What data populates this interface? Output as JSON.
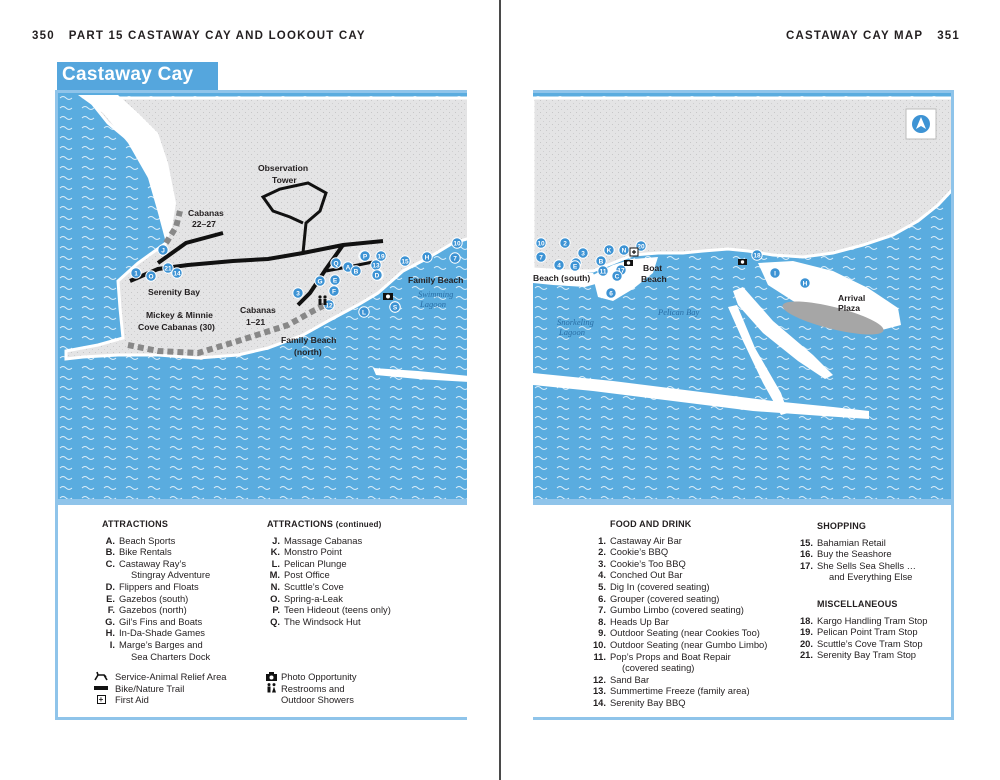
{
  "header": {
    "left_page": "350",
    "left_title": "PART 15  CASTAWAY CAY AND LOOKOUT CAY",
    "right_title": "CASTAWAY CAY MAP",
    "right_page": "351"
  },
  "map": {
    "title": "Castaway Cay",
    "labels": {
      "observation_tower": [
        "Observation",
        "Tower"
      ],
      "cabanas_22_27": [
        "Cabanas",
        "22–27"
      ],
      "serenity_bay": "Serenity Bay",
      "mickey_minnie": [
        "Mickey & Minnie",
        "Cove Cabanas (30)"
      ],
      "cabanas_1_21": [
        "Cabanas",
        "1–21"
      ],
      "family_beach_north": [
        "Family Beach",
        "(north)"
      ],
      "family_beach": "Family Beach",
      "family_beach_south": "Beach (south)",
      "boat_beach": [
        "Boat",
        "Beach"
      ],
      "arrival_plaza": [
        "Arrival",
        "Plaza"
      ]
    },
    "water_labels": {
      "swimming_lagoon": [
        "Swimming",
        "Lagoon"
      ],
      "snorkeling_lagoon": [
        "Snorkeling",
        "Lagoon"
      ],
      "pelican_bay": "Pelican Bay"
    }
  },
  "legend": {
    "attractions": {
      "heading": "ATTRACTIONS",
      "items": [
        {
          "key": "A.",
          "text": "Beach Sports"
        },
        {
          "key": "B.",
          "text": "Bike Rentals"
        },
        {
          "key": "C.",
          "text": "Castaway Ray’s"
        },
        {
          "key": "",
          "text": "Stingray Adventure"
        },
        {
          "key": "D.",
          "text": "Flippers and Floats"
        },
        {
          "key": "E.",
          "text": "Gazebos (south)"
        },
        {
          "key": "F.",
          "text": "Gazebos (north)"
        },
        {
          "key": "G.",
          "text": "Gil’s Fins and Boats"
        },
        {
          "key": "H.",
          "text": "In-Da-Shade Games"
        },
        {
          "key": "I.",
          "text": "Marge’s Barges and"
        },
        {
          "key": "",
          "text": "Sea Charters Dock"
        }
      ]
    },
    "attractions_continued": {
      "heading": "ATTRACTIONS",
      "heading_sub": "(continued)",
      "items": [
        {
          "key": "J.",
          "text": "Massage Cabanas"
        },
        {
          "key": "K.",
          "text": "Monstro Point"
        },
        {
          "key": "L.",
          "text": "Pelican Plunge"
        },
        {
          "key": "M.",
          "text": "Post Office"
        },
        {
          "key": "N.",
          "text": "Scuttle’s Cove"
        },
        {
          "key": "O.",
          "text": "Spring-a-Leak"
        },
        {
          "key": "P.",
          "text": "Teen Hideout (teens only)"
        },
        {
          "key": "Q.",
          "text": "The Windsock Hut"
        }
      ]
    },
    "symbols_left": [
      {
        "icon": "service-animal-icon",
        "text": "Service-Animal Relief Area"
      },
      {
        "icon": "bike-trail-icon",
        "text": "Bike/Nature Trail"
      },
      {
        "icon": "first-aid-icon",
        "text": "First Aid"
      }
    ],
    "symbols_right": [
      {
        "icon": "camera-icon",
        "text": "Photo Opportunity"
      },
      {
        "icon": "restroom-icon",
        "text": "Restrooms and"
      },
      {
        "icon": "",
        "text": "Outdoor Showers"
      }
    ],
    "food": {
      "heading": "FOOD AND DRINK",
      "items": [
        {
          "key": "1.",
          "text": "Castaway Air Bar"
        },
        {
          "key": "2.",
          "text": "Cookie’s BBQ"
        },
        {
          "key": "3.",
          "text": "Cookie’s Too BBQ"
        },
        {
          "key": "4.",
          "text": "Conched Out Bar"
        },
        {
          "key": "5.",
          "text": "Dig In (covered seating)"
        },
        {
          "key": "6.",
          "text": "Grouper (covered seating)"
        },
        {
          "key": "7.",
          "text": "Gumbo Limbo (covered seating)"
        },
        {
          "key": "8.",
          "text": "Heads Up Bar"
        },
        {
          "key": "9.",
          "text": "Outdoor Seating (near Cookies Too)"
        },
        {
          "key": "10.",
          "text": "Outdoor Seating (near Gumbo Limbo)"
        },
        {
          "key": "11.",
          "text": "Pop’s Props and Boat Repair"
        },
        {
          "key": "",
          "text": "(covered seating)"
        },
        {
          "key": "12.",
          "text": "Sand Bar"
        },
        {
          "key": "13.",
          "text": "Summertime Freeze (family area)"
        },
        {
          "key": "14.",
          "text": "Serenity Bay BBQ"
        }
      ]
    },
    "shopping": {
      "heading": "SHOPPING",
      "items": [
        {
          "key": "15.",
          "text": "Bahamian Retail"
        },
        {
          "key": "16.",
          "text": "Buy the Seashore"
        },
        {
          "key": "17.",
          "text": "She Sells Sea Shells …"
        },
        {
          "key": "",
          "text": "and Everything Else"
        }
      ]
    },
    "misc": {
      "heading": "MISCELLANEOUS",
      "items": [
        {
          "key": "18.",
          "text": "Kargo Handling Tram Stop"
        },
        {
          "key": "19.",
          "text": "Pelican Point Tram Stop"
        },
        {
          "key": "20.",
          "text": "Scuttle’s Cove Tram Stop"
        },
        {
          "key": "21.",
          "text": "Serenity Bay Tram Stop"
        }
      ]
    }
  },
  "markers_left": [
    "J",
    "1",
    "O",
    "21",
    "14",
    "Q",
    "A",
    "B",
    "R",
    "13",
    "19",
    "C",
    "D",
    "3",
    "G",
    "E",
    "F",
    "12",
    "6",
    "P",
    "15",
    "H",
    "10",
    "7",
    "L",
    "S"
  ],
  "markers_right": [
    "10",
    "2",
    "K",
    "N",
    "20",
    "7",
    "4",
    "A",
    "E",
    "3",
    "B",
    "11",
    "17",
    "C",
    "6",
    "18",
    "I",
    "H"
  ],
  "colors": {
    "water": "#5aacdf",
    "land": "#e2e2e3",
    "marker": "#3d93d4",
    "frame": "#8fc4ea",
    "title_bg": "#55a6dd",
    "dock": "#a6a6a6"
  }
}
